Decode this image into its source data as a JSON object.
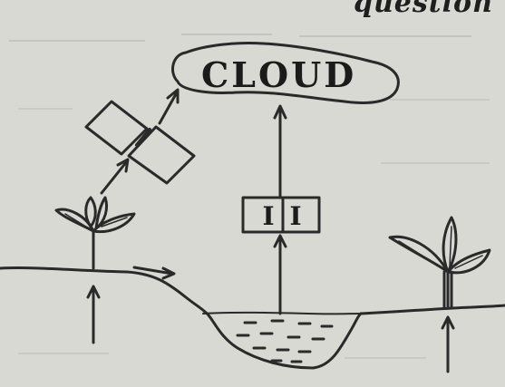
{
  "diagram": {
    "heading_fragment": "question",
    "cloud_label": "CLOUD",
    "box_left_label": "I",
    "box_right_label": "I",
    "background_color": "#d9d9d4",
    "ink_color": "#2a2a2a"
  }
}
